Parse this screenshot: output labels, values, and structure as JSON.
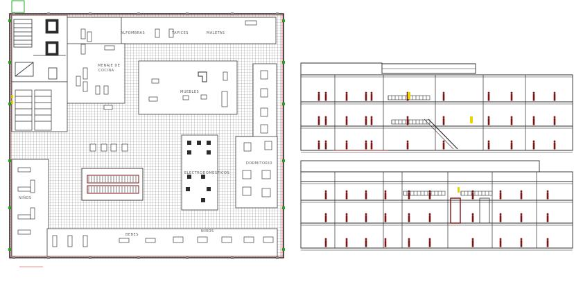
{
  "plan": {
    "labels": {
      "alfombras": "ALFOMBRAS",
      "tapices": "TAPICES",
      "maletas": "MALETAS",
      "menaje_line1": "MENAJE DE",
      "menaje_line2": "COCINA",
      "muebles": "MUEBLES",
      "electrodomesticos": "ELECTRODOMESTICOS",
      "dormitorio": "DORMITORIO",
      "ninos": "NIÑOS",
      "bebes": "BEBES",
      "ninos_bottom": "NIÑOS"
    }
  },
  "colors": {
    "ink": "#3a3a3a",
    "tile": "#8a8a8a",
    "wall": "#2b2b2b",
    "marker_green": "#22aa22",
    "dimension_red": "#cc2222",
    "figure": "#7a1212",
    "highlight": "#e6d800",
    "label": "#5a5a5a"
  },
  "icons": {
    "escalator": "escalator-icon",
    "stair": "stair-icon",
    "person": "person-figure-icon",
    "plant": "plant-icon"
  }
}
